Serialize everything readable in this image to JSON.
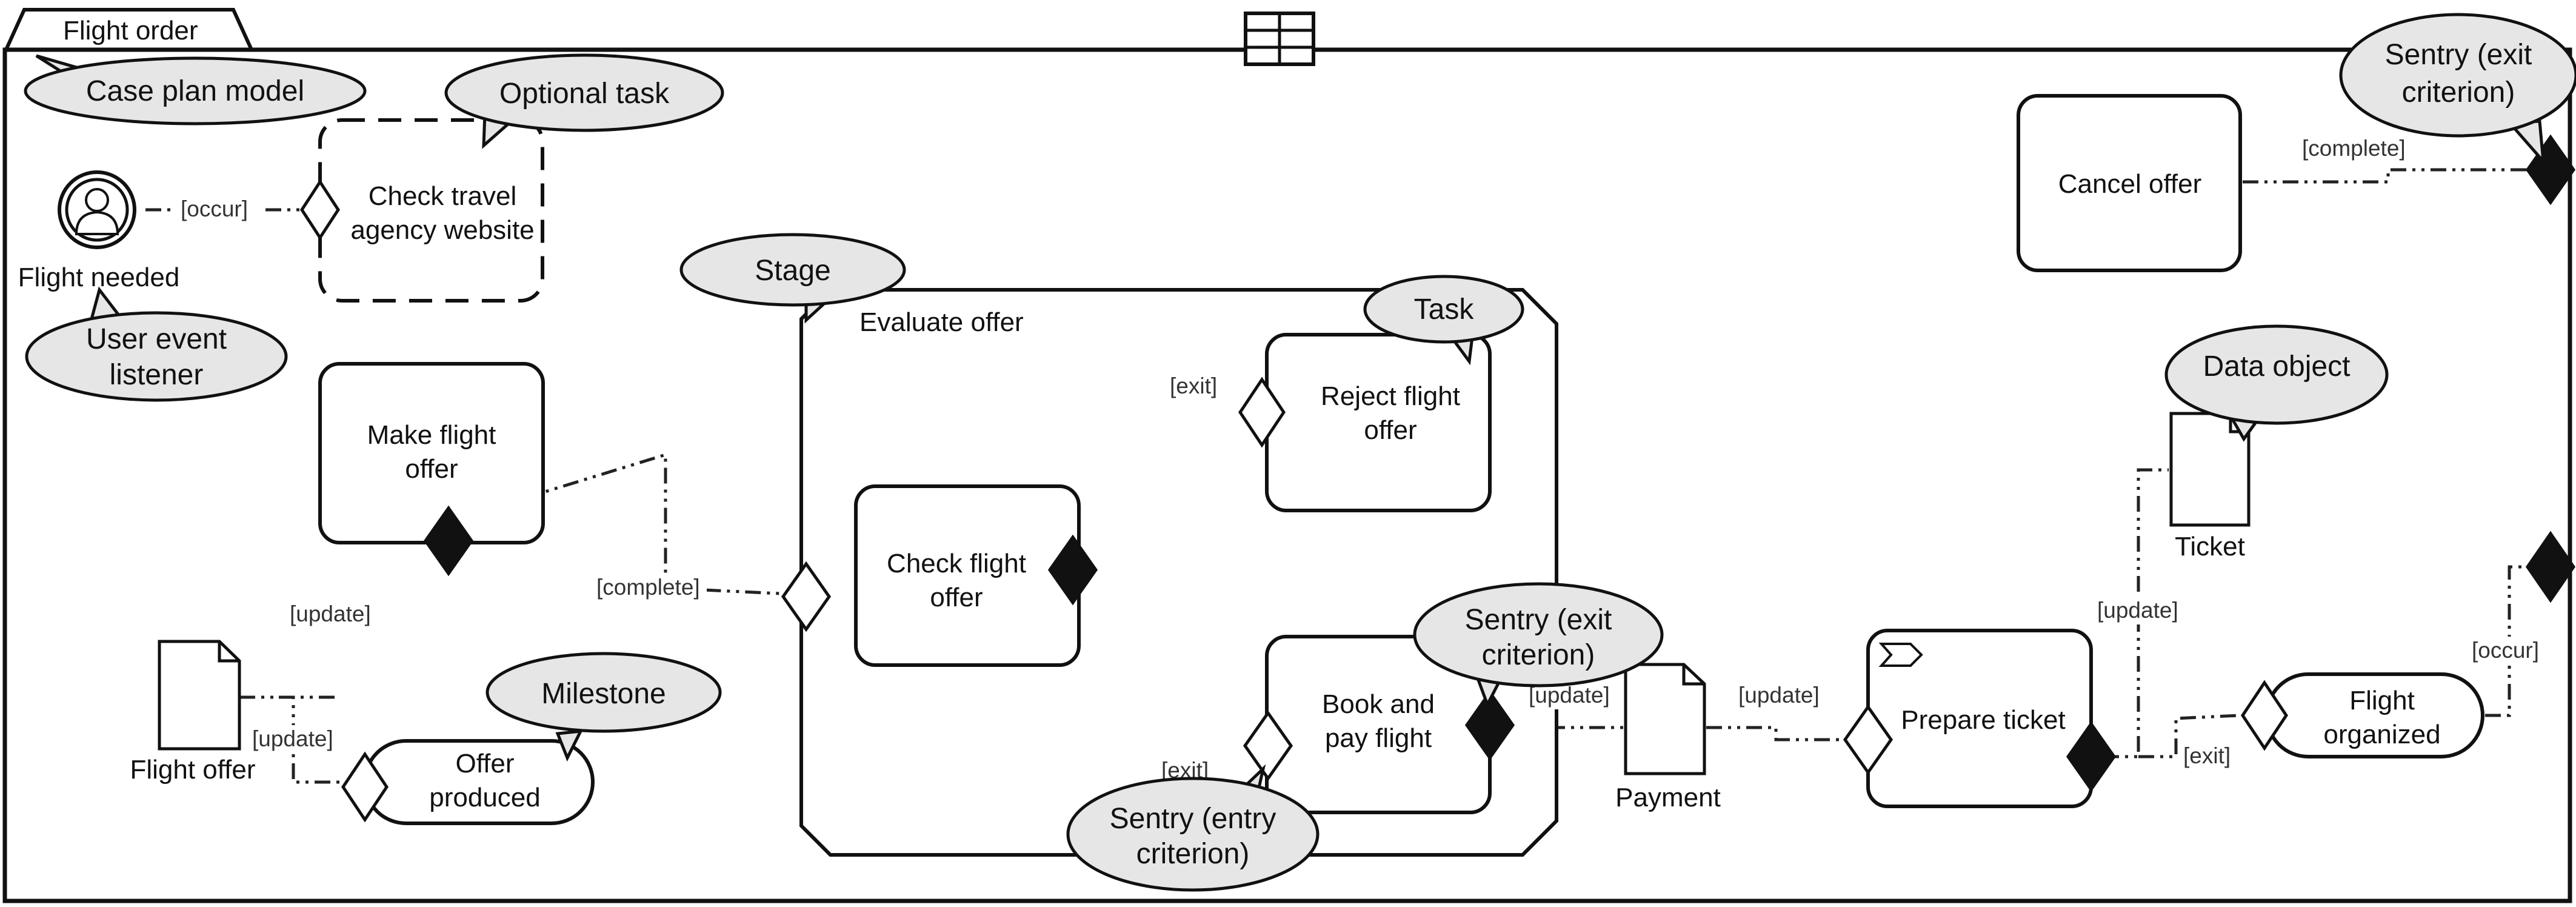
{
  "case_plan": {
    "title": "Flight order"
  },
  "elements": {
    "user_event": "Flight needed",
    "check_website": [
      "Check travel",
      "agency website"
    ],
    "make_offer": [
      "Make flight",
      "offer"
    ],
    "flight_offer_doc": "Flight offer",
    "offer_produced": [
      "Offer",
      "produced"
    ],
    "stage_title": "Evaluate offer",
    "check_flight": [
      "Check flight",
      "offer"
    ],
    "reject_flight": [
      "Reject flight",
      "offer"
    ],
    "book_pay": [
      "Book and",
      "pay flight"
    ],
    "payment_doc": "Payment",
    "prepare_ticket": "Prepare ticket",
    "ticket_doc": "Ticket",
    "flight_organized": [
      "Flight",
      "organized"
    ],
    "cancel_offer": "Cancel offer"
  },
  "conditions": {
    "occur_1": "[occur]",
    "update_1": "[update]",
    "update_2": "[update]",
    "complete_1": "[complete]",
    "exit_1": "[exit]",
    "exit_2": "[exit]",
    "update_3": "[update]",
    "update_4": "[update]",
    "update_5": "[update]",
    "exit_3": "[exit]",
    "occur_2": "[occur]",
    "complete_2": "[complete]"
  },
  "callouts": {
    "case_plan_model": "Case plan model",
    "optional_task": "Optional task",
    "user_event_listener": [
      "User event",
      "listener"
    ],
    "stage": "Stage",
    "task": "Task",
    "milestone": "Milestone",
    "sentry_exit_mid": [
      "Sentry (exit",
      "criterion)"
    ],
    "sentry_entry": [
      "Sentry (entry",
      "criterion)"
    ],
    "data_object": "Data object",
    "sentry_exit_top": [
      "Sentry (exit",
      "criterion)"
    ]
  }
}
